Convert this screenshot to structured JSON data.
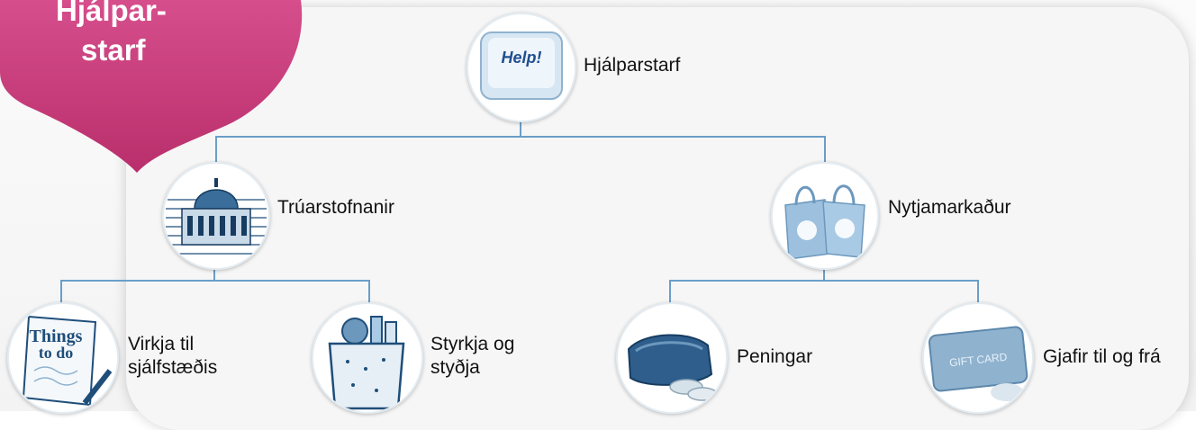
{
  "heart_title": {
    "line1": "Hjálpar-",
    "line2": "starf"
  },
  "root": {
    "label": "Hjálparstarf",
    "icon": "help-key-icon",
    "key_text": "Help!"
  },
  "branches": [
    {
      "label": "Trúarstofnanir",
      "icon": "mosque-icon",
      "children": [
        {
          "label_lines": [
            "Virkja til",
            "sjálfstæðis"
          ],
          "icon": "things-to-do-note-icon",
          "note_text": [
            "Things",
            "to do"
          ]
        },
        {
          "label_lines": [
            "Styrkja og",
            "styðja"
          ],
          "icon": "grocery-bag-icon"
        }
      ]
    },
    {
      "label": "Nytjamarkaður",
      "icon": "recycle-bags-icon",
      "children": [
        {
          "label_lines": [
            "Peningar"
          ],
          "icon": "wallet-coins-icon"
        },
        {
          "label_lines": [
            "Gjafir til og frá"
          ],
          "icon": "gift-card-icon",
          "card_text": "GIFT CARD"
        }
      ]
    }
  ],
  "colors": {
    "heart": "#cc3f7f",
    "connector": "#6a9ec8",
    "panel": "#f6f6f6"
  }
}
